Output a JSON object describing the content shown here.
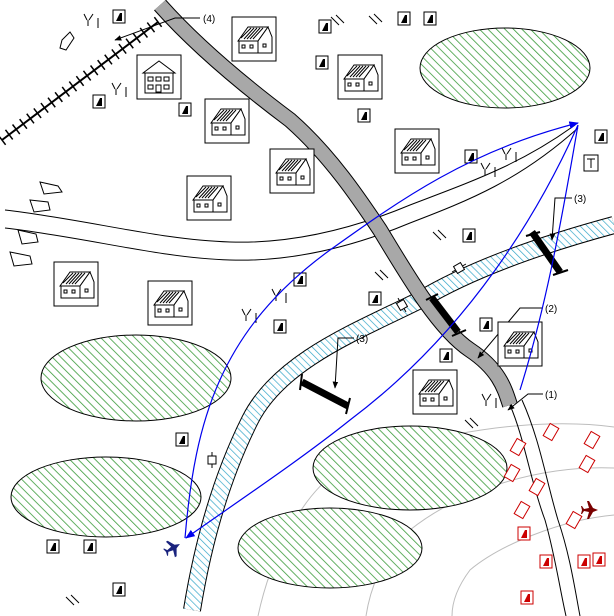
{
  "labels": {
    "railway": "(4)",
    "bridge_north": "(3)",
    "bridge_west": "(3)",
    "bridge_center": "(2)",
    "road_east": "(1)"
  },
  "colors": {
    "hatch_field": "#3a9a3a",
    "hatch_river": "#33a6c8",
    "road_grey": "#a8a8a8",
    "flight_path": "#0000ee",
    "hostile": "#cc0000",
    "friendly_aircraft": "#1a237e",
    "hostile_aircraft": "#7a0000"
  },
  "icons": {
    "building": "house-icon",
    "large_building": "large-house-icon",
    "marker": "position-marker-icon",
    "hostile_marker": "hostile-position-marker-icon",
    "hostile_diamond": "hostile-unit-diamond-icon",
    "friendly_aircraft": "friendly-aircraft-icon",
    "hostile_aircraft": "hostile-aircraft-icon",
    "bridge": "bridge-icon",
    "tree": "tree-symbol-icon",
    "tower": "tower-icon"
  }
}
